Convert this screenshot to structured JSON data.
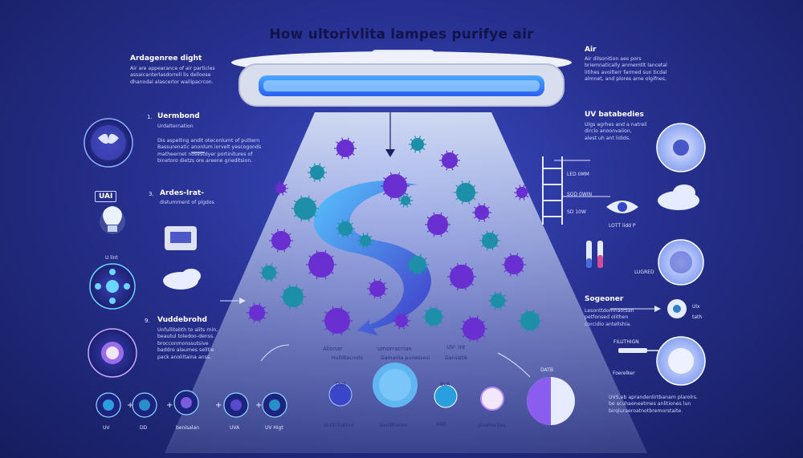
{
  "title": "How ultorivlita lampes purifye air",
  "left": {
    "header": "Ardagenree dight",
    "para": "Air are appearance of air particles\nassaicanterlasdorrell lis delloose\ndhanodal alascerlor wallipacrcon.",
    "step1": {
      "num": "1.",
      "title": "Uermbond",
      "sub": "Urdalternation",
      "para": "Dis aspelling andit oteconlumt of puttern\nBassurenatic anonlum iorvelt yescogonds\nmatheernet nosestdyer portinitures of\nbinetoro dietzs ore areene grieditsion."
    },
    "uvai_badge": "UAI",
    "uv_light_label": "U lint",
    "step3": {
      "num": "3.",
      "title": "Ardes-Irat-",
      "sub": "distumment of plgdos"
    },
    "step9": {
      "num": "9.",
      "title": "Vuddebrohd",
      "para": "Unfullitebth to alits rnin,\nbeautul toledoo-denss.\nbrocconmonssutsive\nbaddre alaumes selltie\npack anoliltaina anss."
    }
  },
  "right": {
    "air_header": "Air",
    "air_para": "Air dilsonition aes pors\nbriemnatically anmemtlt lancetal\nlitihes avoilterr farmed sun ticdal\nalmnet, and plores ame olgifnes,",
    "uv_header": "UV batabedies",
    "uv_para": "Ulgs agrhes and a natreil\ndirclo anoonvaiion,\nalest uh ant lidids.",
    "scale": [
      "LED 0MM",
      "SOD 0WIN",
      "SD 10W"
    ],
    "lottle_label": "LOTT lidd P",
    "uggred_label": "LUGRED",
    "sogeoner": "Sogeoner",
    "sog_para": "Lesonttdomnaotsan\npetfonsed olithen\ncorcidio antellshia.",
    "ulx": "Ulx",
    "tath": "tath",
    "syringe_top": "FILUTHIGN",
    "syringe_label": "Foerelker",
    "uvs_para": "UVS,eb aprandenlirtbanam plarolrs.\nbe scuhaeneetmes anlitiones lun\nbirqluraeroatnotbremorstaite."
  },
  "middle": {
    "col1_title": "Alionar",
    "col1_sub": "Hulldtecnots",
    "col2_title": "umorracrian",
    "col2_sub": "Damanta punessesi",
    "col3_title": "UV- int",
    "col3_sub": "Danssitik",
    "dva_label": "DVA",
    "bva_label": "BVA",
    "under1": "ontitcbation",
    "under2": "barditlalms",
    "under3": "AVA",
    "under4": "plaeherites",
    "tag": "DATB"
  },
  "bottom": {
    "uv": "UV",
    "dd": "DD",
    "benisalan": "benisalan",
    "uva": "UVA",
    "uvhigt": "UV Higt"
  },
  "colors": {
    "bg": "#27308f",
    "glow": "#5fb3ff",
    "virus_purple": "#6a2fd0",
    "virus_teal": "#1e8fa8"
  }
}
